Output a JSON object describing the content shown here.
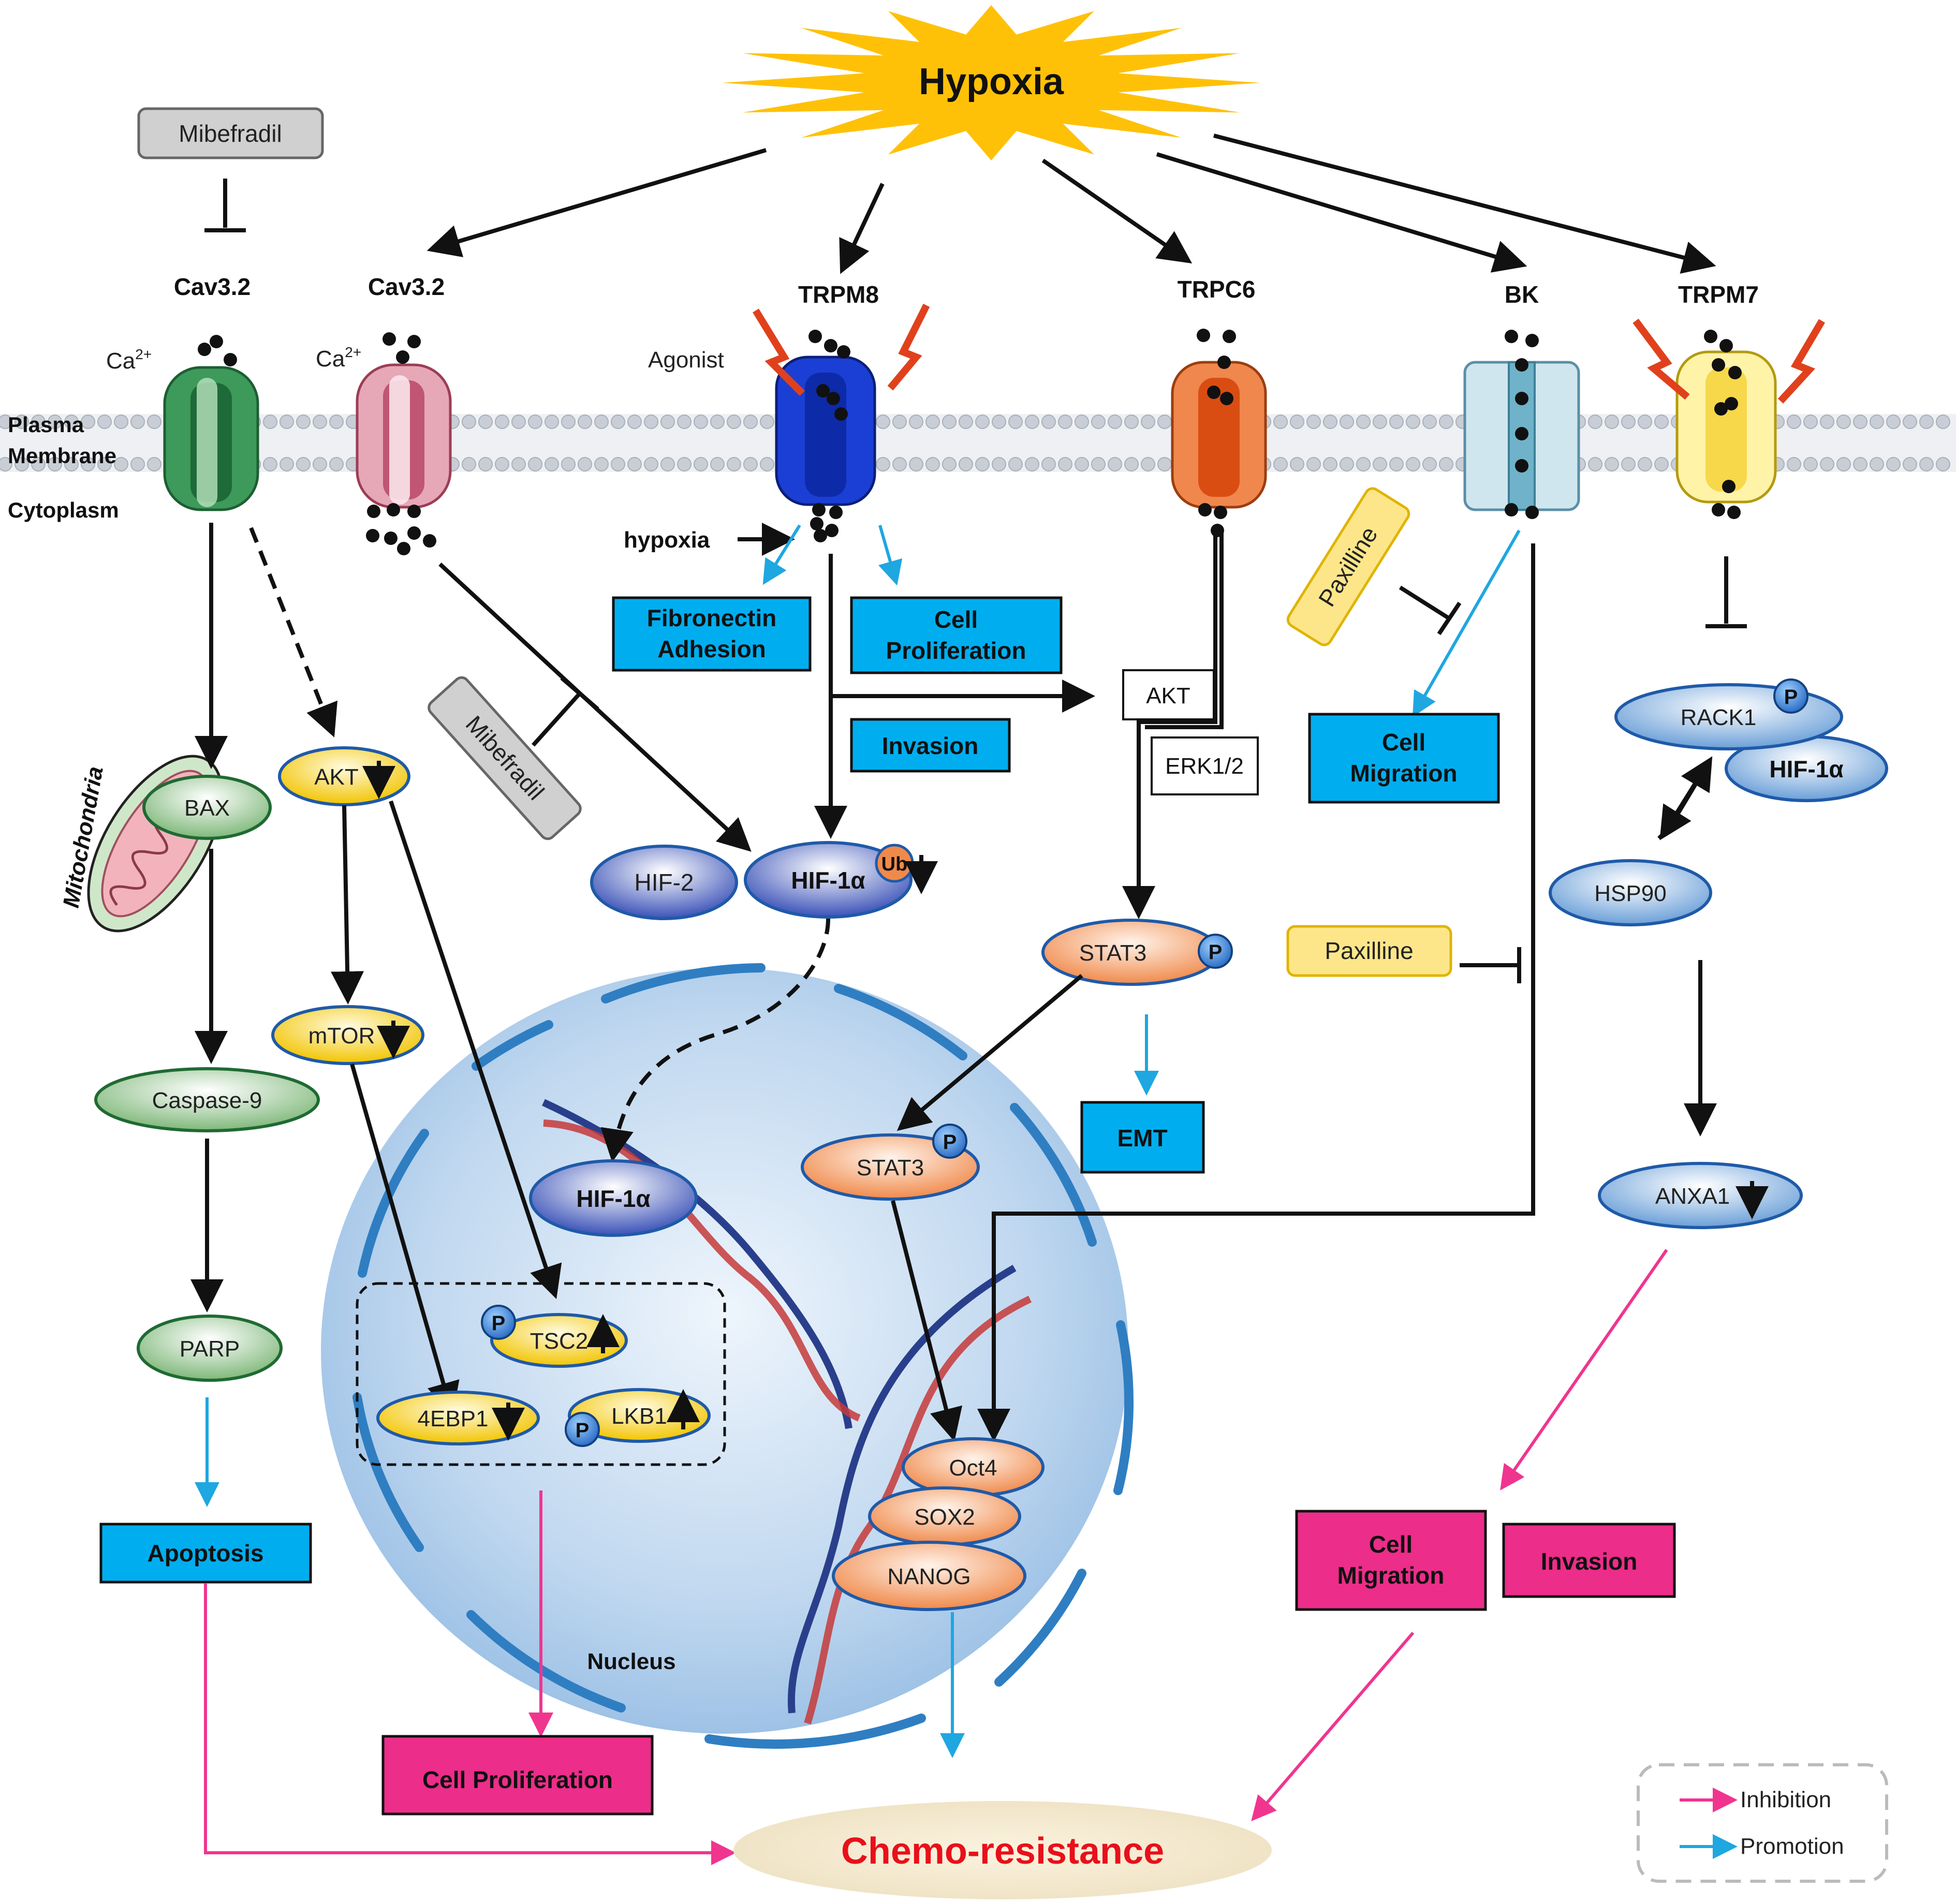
{
  "title": "Hypoxia",
  "membrane": {
    "plasma_label_1": "Plasma",
    "plasma_label_2": "Membrane",
    "cytoplasm_label": "Cytoplasm"
  },
  "channels": {
    "cav32_a": "Cav3.2",
    "cav32_b": "Cav3.2",
    "trpm8": "TRPM8",
    "trpc6": "TRPC6",
    "bk": "BK",
    "trpm7": "TRPM7",
    "ca_1": "Ca",
    "ca_2": "Ca",
    "ca_sup": "2+",
    "agonist": "Agonist"
  },
  "drugs": {
    "mibefradil_top": "Mibefradil",
    "mibefradil_mid": "Mibefradil",
    "paxilline_tilt": "Paxilline",
    "paxilline_flat": "Paxilline"
  },
  "nodes": {
    "bax": "BAX",
    "mitochondria": "Mitochondria",
    "caspase9": "Caspase-9",
    "parp": "PARP",
    "akt_yellow": "AKT",
    "mtor": "mTOR",
    "hif2": "HIF-2",
    "hif1a_cyto": "HIF-1α",
    "ub": "Ub",
    "hif1a_nuc": "HIF-1α",
    "akt_box": "AKT",
    "erk": "ERK1/2",
    "stat3_cyto": "STAT3",
    "stat3_nuc": "STAT3",
    "p": "P",
    "tsc2": "TSC2",
    "ebp1": "4EBP1",
    "lkb1": "LKB1",
    "oct4": "Oct4",
    "sox2": "SOX2",
    "nanog": "NANOG",
    "rack1": "RACK1",
    "hif1a_right": "HIF-1α",
    "hsp90": "HSP90",
    "anxa1": "ANXA1",
    "nucleus": "Nucleus",
    "hypoxia_small": "hypoxia"
  },
  "outcomes": {
    "fibronectin_1": "Fibronectin",
    "fibronectin_2": "Adhesion",
    "cellprolif_1": "Cell",
    "cellprolif_2": "Proliferation",
    "invasion_blue": "Invasion",
    "cellmig_blue_1": "Cell",
    "cellmig_blue_2": "Migration",
    "emt": "EMT",
    "apoptosis": "Apoptosis",
    "cell_proliferation_pink": "Cell Proliferation",
    "cellmig_pink_1": "Cell",
    "cellmig_pink_2": "Migration",
    "invasion_pink": "Invasion",
    "chemo": "Chemo-resistance"
  },
  "legend": {
    "inhibition": "Inhibition",
    "promotion": "Promotion"
  },
  "colors": {
    "blue_box": "#00aeef",
    "pink_box": "#ec2d8a",
    "chemo_text": "#e8101a",
    "starburst": "#ffc107"
  }
}
